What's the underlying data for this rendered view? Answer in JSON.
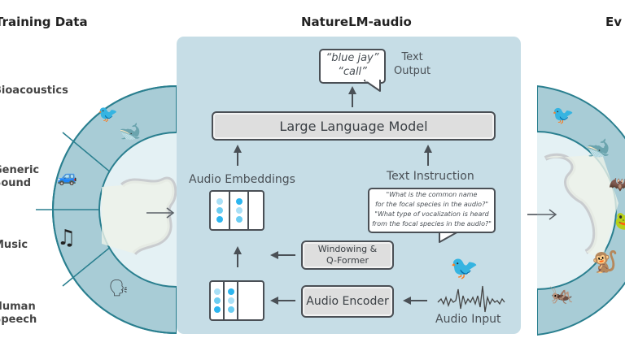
{
  "headings": {
    "training": "Training Data",
    "model": "NatureLM-audio",
    "evaluation": "Ev"
  },
  "training_categories": [
    {
      "label_line1": "Bioacoustics",
      "label_line2": "",
      "icons": [
        "blue-jay-icon",
        "whale-icon"
      ]
    },
    {
      "label_line1": "Generic",
      "label_line2": "Sound",
      "icons": [
        "car-icon"
      ]
    },
    {
      "label_line1": "Music",
      "label_line2": "",
      "icons": [
        "music-note-icon"
      ]
    },
    {
      "label_line1": "Human",
      "label_line2": "Speech",
      "icons": [
        "speaking-head-icon"
      ]
    }
  ],
  "training_visible_text": [
    "ioacoustics",
    "eneric",
    "ound",
    "usic",
    "uman",
    "peech"
  ],
  "evaluation_icons": [
    "blue-jay-icon",
    "whale-icon",
    "bat-icon",
    "frog-icon",
    "gibbon-icon",
    "grasshopper-icon"
  ],
  "model": {
    "llm_label": "Large Language Model",
    "text_output": {
      "line1": "“blue jay”",
      "line2": "“call”",
      "label_line1": "Text",
      "label_line2": "Output"
    },
    "audio_embeddings_label": "Audio Embeddings",
    "text_instruction_label": "Text Instruction",
    "instruction_lines": [
      "\"What is the common name",
      "for the focal species in the audio?\"",
      "\"What type of vocalization is heard",
      "from the focal species in the audio?\""
    ],
    "windowing_line1": "Windowing &",
    "windowing_line2": "Q-Former",
    "audio_encoder_label": "Audio Encoder",
    "audio_input_label": "Audio Input"
  },
  "colors": {
    "panel": "#c6dde6",
    "ring": "#a8ccd6",
    "ring_stroke": "#2a7f8f",
    "inner": "#e4f1f4",
    "dot_light": "#a9e0f7",
    "dot_mid": "#6ccdf2",
    "dot_dark": "#2cb5ef"
  }
}
